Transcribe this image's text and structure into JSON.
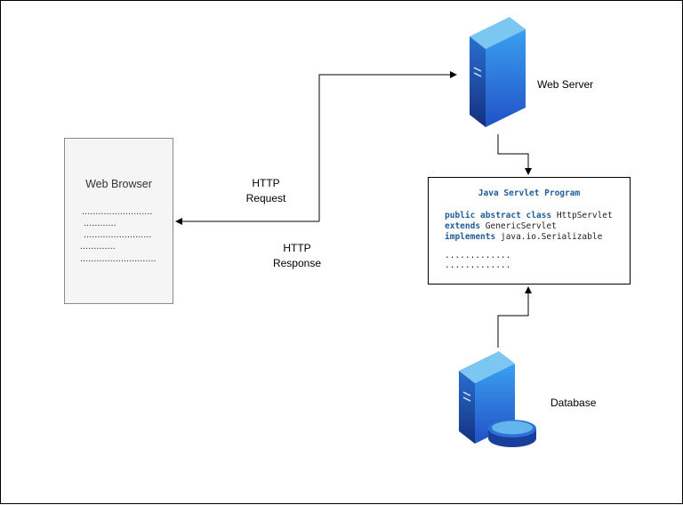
{
  "nodes": {
    "web_browser": {
      "title": "Web Browser",
      "dot_lines": [
        "..........................",
        "............",
        ".........................",
        ".............",
        "............................"
      ]
    },
    "web_server": {
      "label": "Web Server"
    },
    "database": {
      "label": "Database"
    },
    "servlet": {
      "title": "Java Servlet Program",
      "lines": [
        {
          "kw": "public abstract class",
          "text": " HttpServlet"
        },
        {
          "kw": "extends",
          "text": " GenericServlet"
        },
        {
          "kw": "implements",
          "text": " java.io.Serializable"
        }
      ],
      "dots": [
        ".............",
        "............."
      ]
    }
  },
  "edges": {
    "request_label_1": "HTTP",
    "request_label_2": "Request",
    "response_label_1": "HTTP",
    "response_label_2": "Response"
  },
  "colors": {
    "server_front": "#2f6fd6",
    "server_side": "#1a3e9c",
    "server_top": "#63b5ee",
    "keyword": "#1f5d99"
  }
}
